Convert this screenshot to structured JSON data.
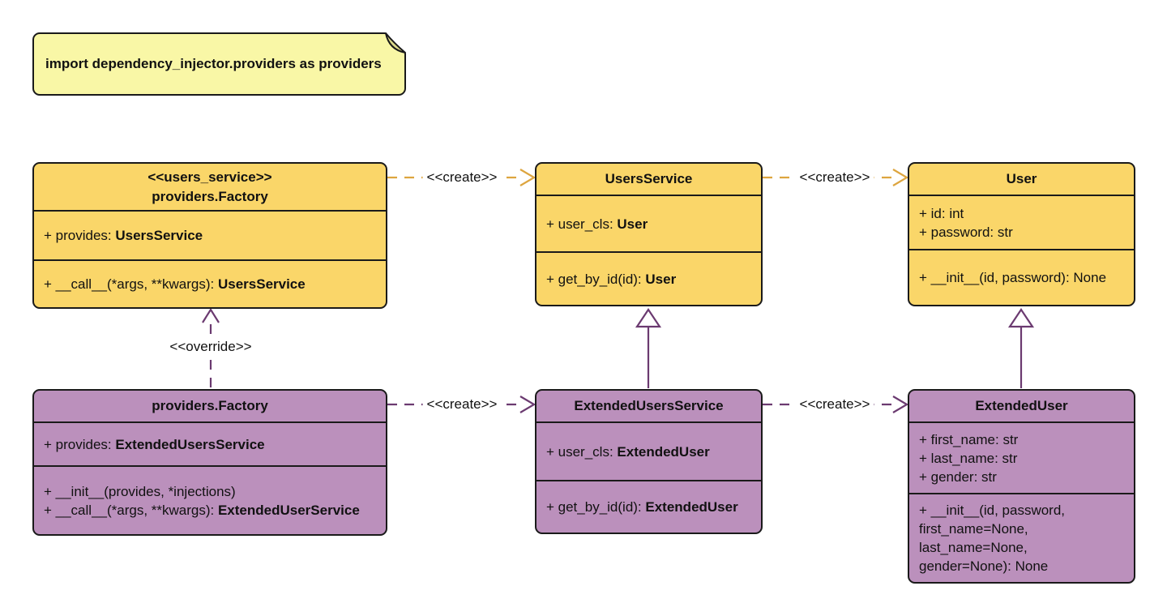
{
  "note": {
    "text": "import dependency_injector.providers as providers"
  },
  "labels": {
    "create": "<<create>>",
    "override": "<<override>>"
  },
  "colors": {
    "class_fill_yellow": "#FAD669",
    "class_fill_purple": "#BB90BC",
    "note_fill": "#F9F7A6",
    "edge_gold": "#DDA53F",
    "edge_purple": "#6B3A70",
    "border": "#1A1A1A"
  },
  "classes": {
    "factory_users": {
      "stereotype": "<<users_service>>",
      "name": "providers.Factory",
      "attributes": [
        {
          "text": "+ provides: ",
          "type": "UsersService"
        }
      ],
      "methods": [
        {
          "text": "+ __call__(*args, **kwargs): ",
          "type": "UsersService"
        }
      ]
    },
    "users_service": {
      "name": "UsersService",
      "attributes": [
        {
          "text": "+ user_cls: ",
          "type": "User"
        }
      ],
      "methods": [
        {
          "text": "+ get_by_id(id): ",
          "type": "User"
        }
      ]
    },
    "user": {
      "name": "User",
      "attributes": [
        {
          "text": "+ id: int"
        },
        {
          "text": "+ password: str"
        }
      ],
      "methods": [
        {
          "text": "+ __init__(id, password): None"
        }
      ]
    },
    "factory_extended": {
      "name": "providers.Factory",
      "attributes": [
        {
          "text": "+ provides: ",
          "type": "ExtendedUsersService"
        }
      ],
      "methods": [
        {
          "text": "+ __init__(provides, *injections)"
        },
        {
          "text": "+ __call__(*args, **kwargs): ",
          "type": "ExtendedUserService"
        }
      ]
    },
    "extended_users_service": {
      "name": "ExtendedUsersService",
      "attributes": [
        {
          "text": "+ user_cls: ",
          "type": "ExtendedUser"
        }
      ],
      "methods": [
        {
          "text": "+ get_by_id(id): ",
          "type": "ExtendedUser"
        }
      ]
    },
    "extended_user": {
      "name": "ExtendedUser",
      "attributes": [
        {
          "text": "+ first_name: str"
        },
        {
          "text": "+ last_name: str"
        },
        {
          "text": "+ gender: str"
        }
      ],
      "methods": [
        {
          "text": "+ __init__(id, password,"
        },
        {
          "text": "first_name=None,"
        },
        {
          "text": "last_name=None,"
        },
        {
          "text": "gender=None): None"
        }
      ]
    }
  }
}
